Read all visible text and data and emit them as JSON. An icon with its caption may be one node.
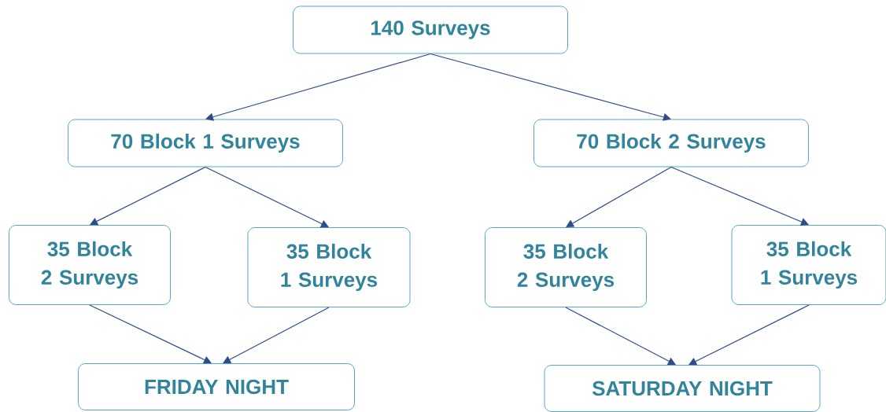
{
  "diagram": {
    "nodes": [
      {
        "text": [
          "140 Surveys"
        ]
      },
      {
        "text": [
          "70 Block 1 Surveys"
        ]
      },
      {
        "text": [
          "70 Block 2 Surveys"
        ]
      },
      {
        "text": [
          "35 Block 2 Surveys"
        ]
      },
      {
        "text": [
          "35 Block 1 Surveys"
        ]
      },
      {
        "text": [
          "35 Block 2 Surveys"
        ]
      },
      {
        "text": [
          "35 Block 1 Surveys"
        ]
      },
      {
        "text": [
          "FRIDAY NIGHT"
        ]
      },
      {
        "text": [
          "SATURDAY NIGHT"
        ]
      }
    ],
    "edges": [
      {
        "from": 0,
        "to": 1,
        "arrow": "to"
      },
      {
        "from": 0,
        "to": 2,
        "arrow": "to"
      },
      {
        "from": 1,
        "to": 3,
        "arrow": "to"
      },
      {
        "from": 1,
        "to": 4,
        "arrow": "to"
      },
      {
        "from": 2,
        "to": 5,
        "arrow": "to"
      },
      {
        "from": 2,
        "to": 6,
        "arrow": "to"
      },
      {
        "from": 3,
        "to": 7,
        "arrow": "to"
      },
      {
        "from": 4,
        "to": 7,
        "arrow": "to"
      },
      {
        "from": 5,
        "to": 8,
        "arrow": "to"
      },
      {
        "from": 6,
        "to": 8,
        "arrow": "to"
      }
    ]
  }
}
